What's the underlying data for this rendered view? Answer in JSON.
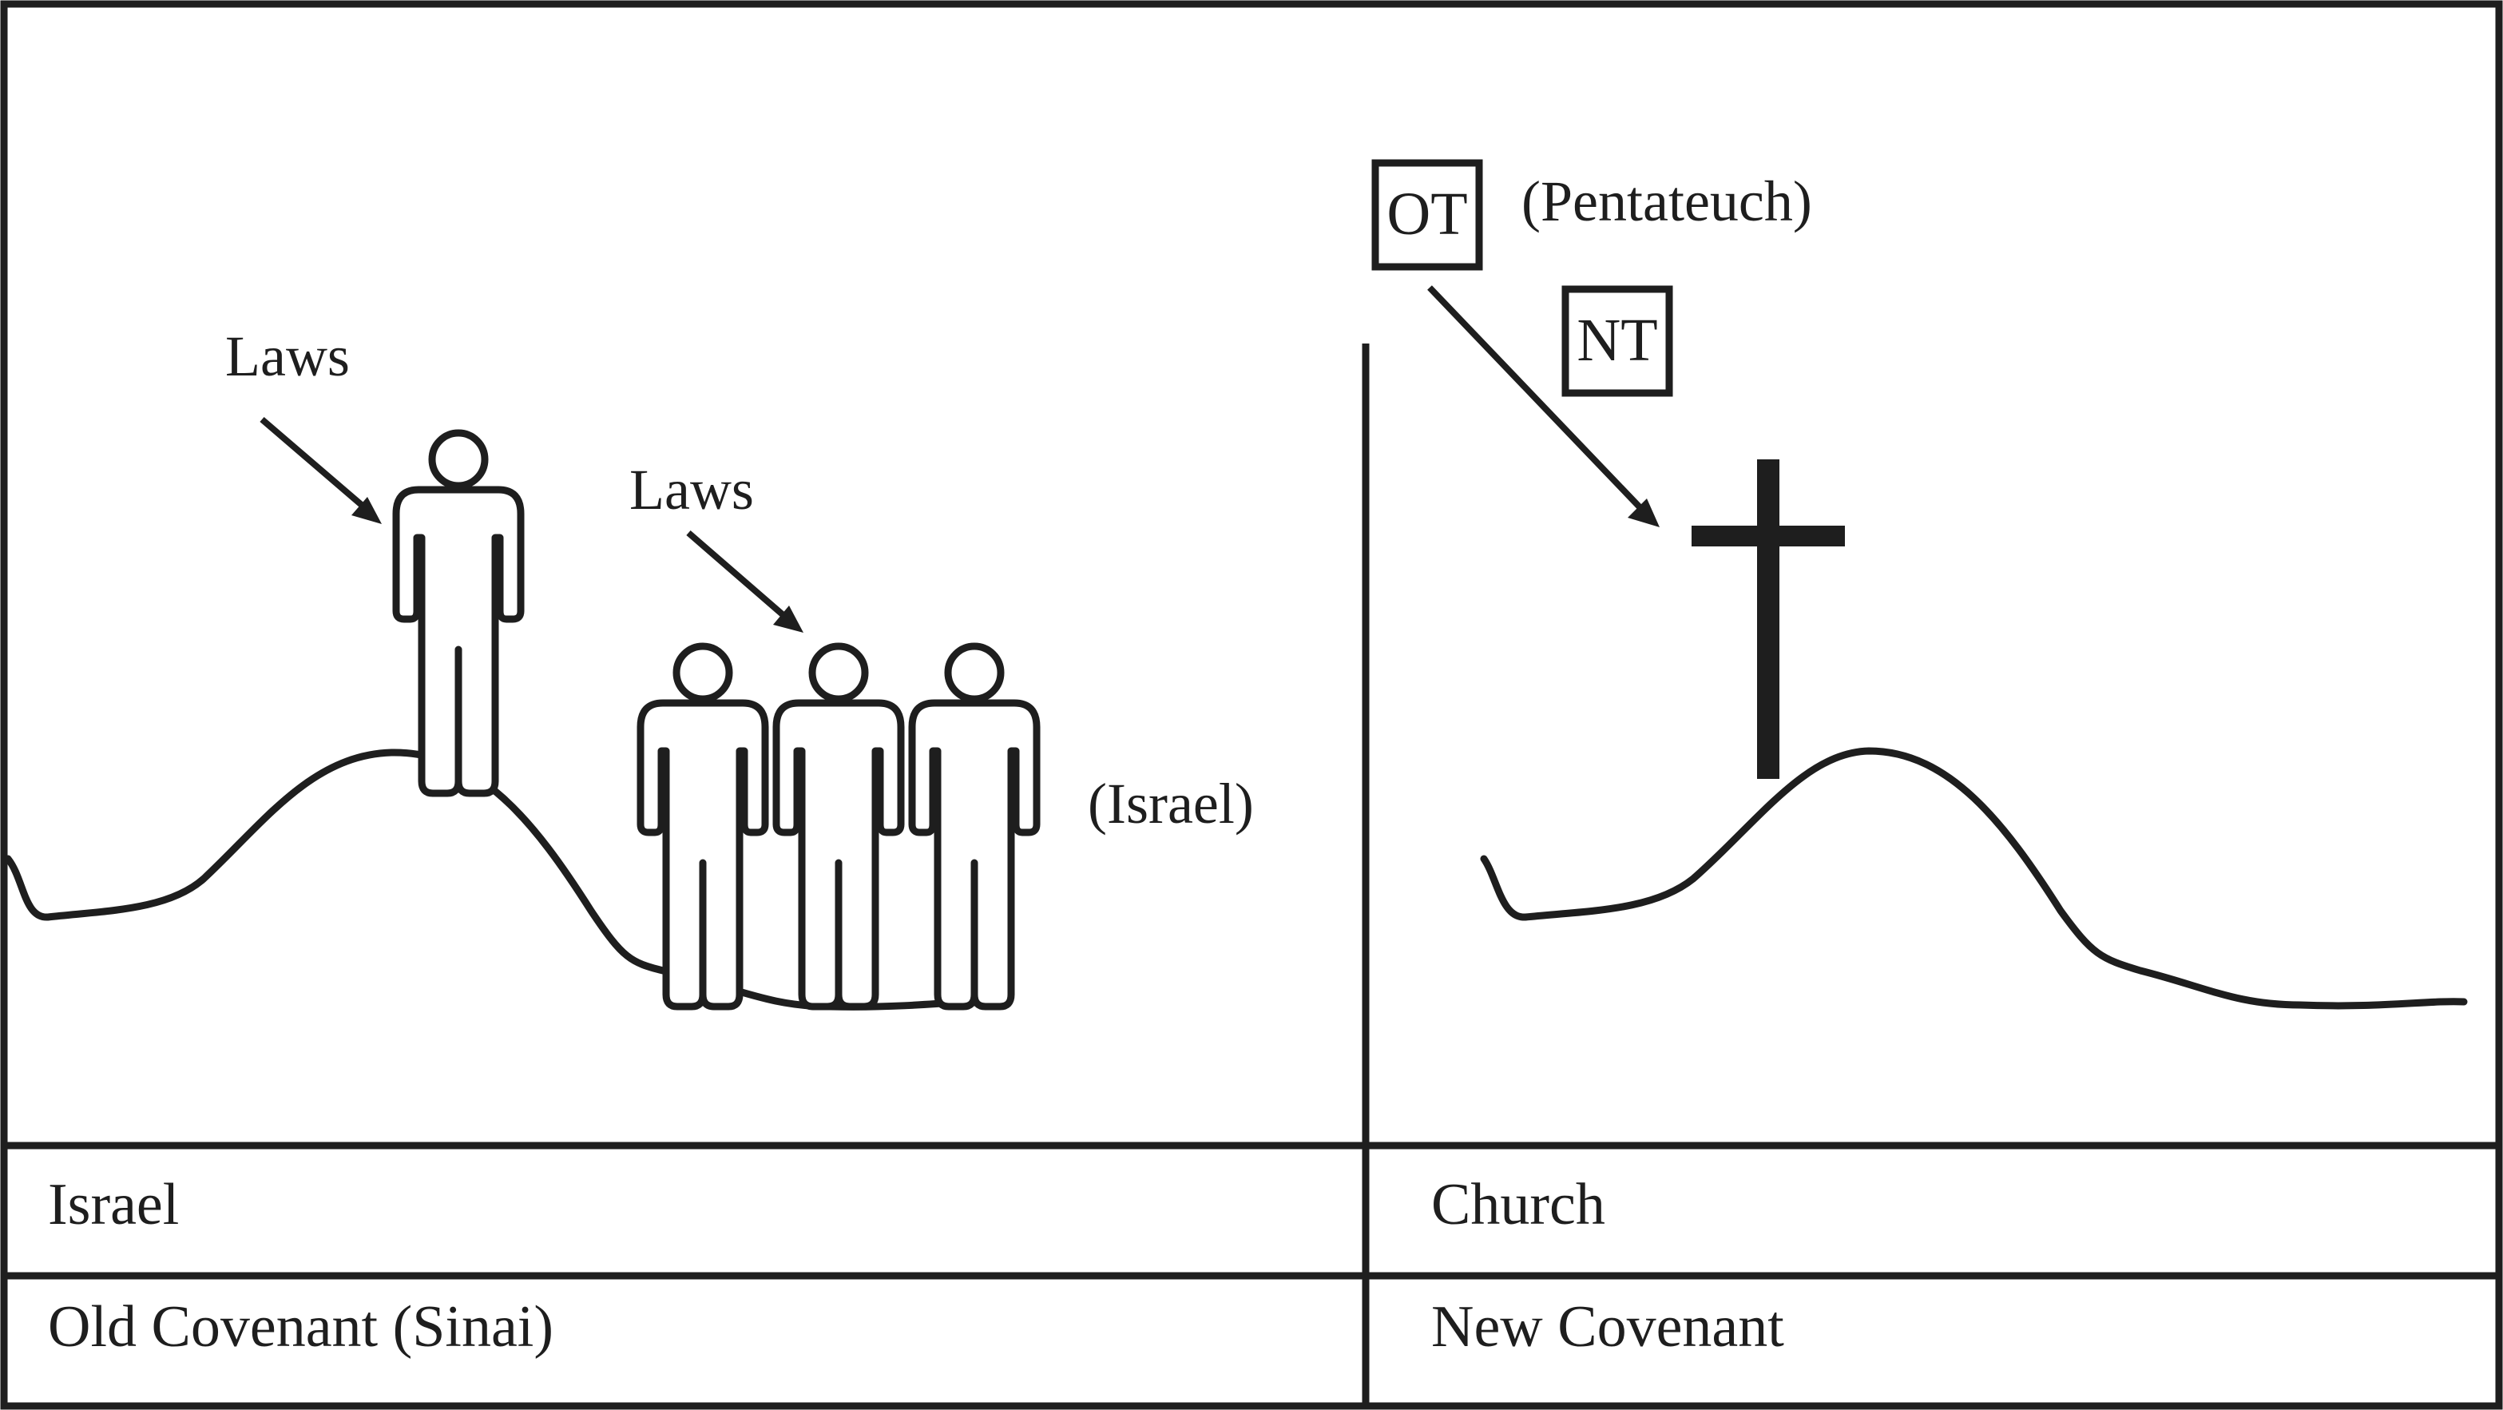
{
  "left_panel": {
    "laws_label_1": "Laws",
    "laws_label_2": "Laws",
    "israel_paren_label": "(Israel)"
  },
  "right_panel": {
    "ot_box_label": "OT",
    "pentateuch_label": "(Pentateuch)",
    "nt_box_label": "NT"
  },
  "table": {
    "left_row_1": "Israel",
    "left_row_2": "Old Covenant (Sinai)",
    "right_row_1": "Church",
    "right_row_2": "New Covenant"
  },
  "colors": {
    "ink": "#1e1e1e",
    "background": "#ffffff"
  }
}
